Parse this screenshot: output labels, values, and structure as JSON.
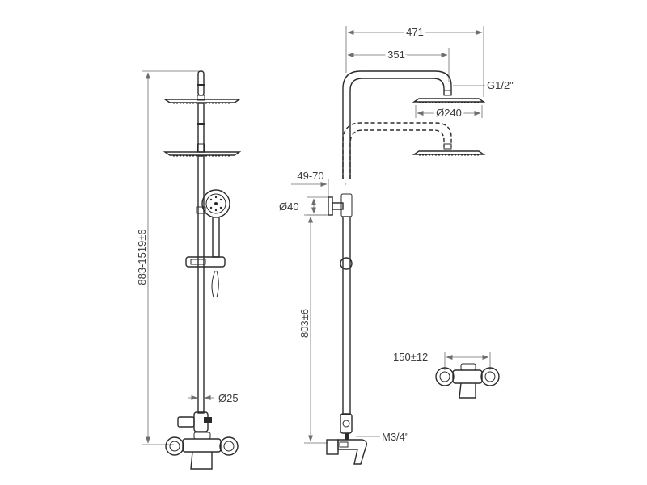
{
  "dimensions": {
    "total_height": "883-1519±6",
    "pipe_diameter": "Ø25",
    "overall_width": "471",
    "arm_length": "351",
    "head_thread": "G1/2\"",
    "head_diameter": "Ø240",
    "bracket_offset": "49-70",
    "bracket_diameter": "Ø40",
    "mount_height": "803±6",
    "inlet_thread": "M3/4\"",
    "inlet_spacing": "150±12"
  }
}
